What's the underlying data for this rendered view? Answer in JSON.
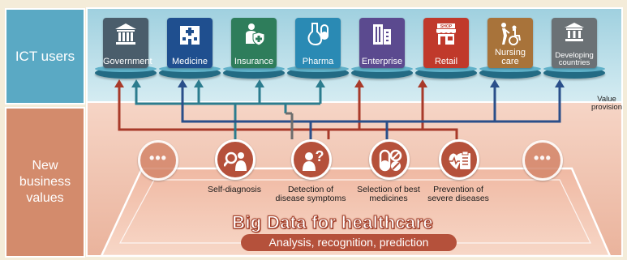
{
  "sidebar": {
    "ict_users": "ICT users",
    "new_business_values": [
      "New",
      "business",
      "values"
    ]
  },
  "ict_users": [
    {
      "label": "Government",
      "icon": "government-building-icon",
      "color": "#4a5d6b"
    },
    {
      "label": "Medicine",
      "icon": "hospital-icon",
      "color": "#1f4f8f"
    },
    {
      "label": "Insurance",
      "icon": "insurance-shield-icon",
      "color": "#2e7d5b"
    },
    {
      "label": "Pharma",
      "icon": "pharma-flask-pill-icon",
      "color": "#2a8ab4"
    },
    {
      "label": "Enterprise",
      "icon": "office-buildings-icon",
      "color": "#5b4a8f"
    },
    {
      "label": "Retail",
      "icon": "shop-icon",
      "color": "#c0392b"
    },
    {
      "label": "Nursing care",
      "icon": "wheelchair-care-icon",
      "color": "#a8733a"
    },
    {
      "label": "Developing countries",
      "icon": "institution-icon",
      "color": "#6b7175"
    }
  ],
  "value_provision_label": [
    "Value",
    "provision"
  ],
  "new_business_values": [
    {
      "label": "Self-diagnosis",
      "icon": "self-diagnosis-icon"
    },
    {
      "label": "Detection of disease symptoms",
      "icon": "question-person-icon"
    },
    {
      "label": "Selection of best medicines",
      "icon": "pills-icon"
    },
    {
      "label": "Prevention of severe diseases",
      "icon": "heart-clipboard-icon"
    }
  ],
  "ellipsis": "•••",
  "platform": {
    "title": "Big Data for healthcare",
    "subtitle": "Analysis, recognition, prediction"
  },
  "colors": {
    "ict_band": "#cfe6ee",
    "values_band": "#f2c7b4",
    "arrow_red": "#a83a2a",
    "arrow_teal": "#2b7c8e",
    "arrow_navy": "#2a4f8a",
    "circle_fill": "#b5513b"
  }
}
